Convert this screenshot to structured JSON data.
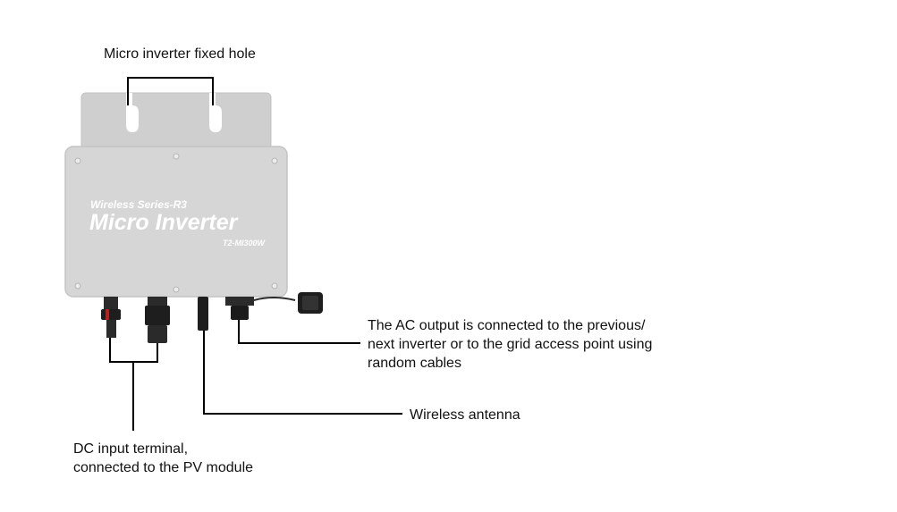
{
  "product": {
    "series": "Wireless Series-R3",
    "name": "Micro Inverter",
    "model": "T2-MI300W"
  },
  "labels": {
    "fixed_hole": "Micro inverter fixed hole",
    "ac_output": [
      "The AC output is connected to the previous/",
      "next inverter or to the grid access point using",
      "random cables"
    ],
    "antenna": "Wireless antenna",
    "dc_input": [
      "DC input terminal,",
      "connected to the PV module"
    ]
  },
  "colors": {
    "body": "#d4d4d4",
    "body_edge": "#bfbfbf",
    "connector": "#222222",
    "leader_line": "#000000",
    "text": "#111111"
  }
}
